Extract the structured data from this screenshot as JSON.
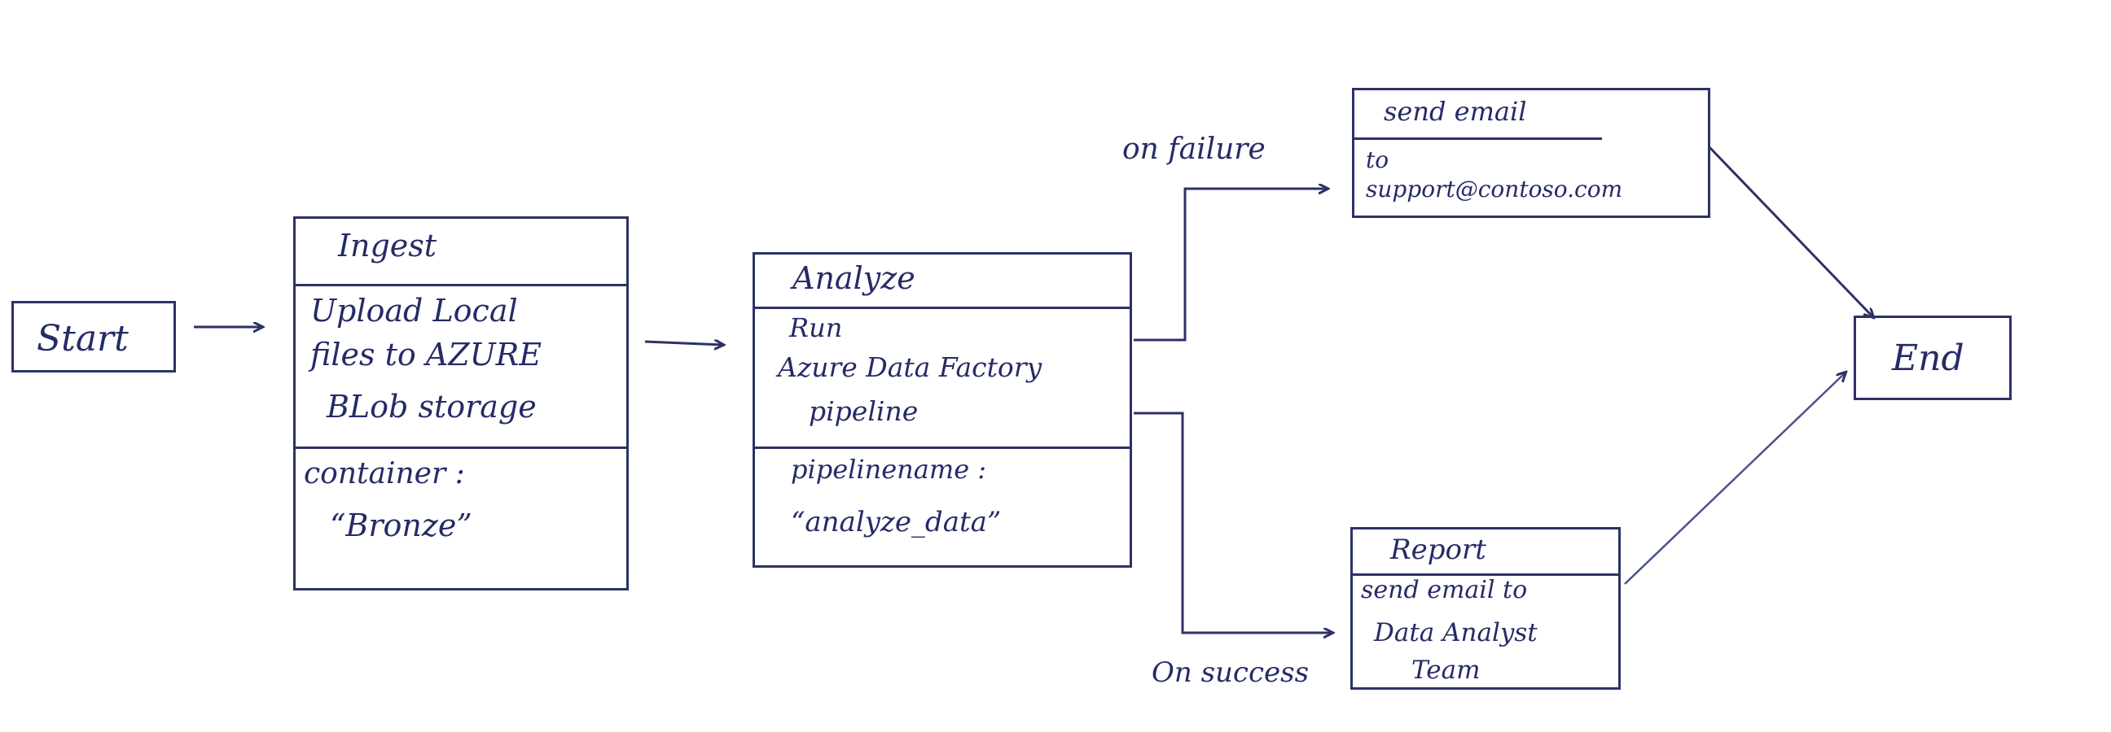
{
  "diagram": {
    "start": {
      "label": "Start"
    },
    "ingest": {
      "title": "Ingest",
      "body": [
        "Upload Local",
        "files to AZURE",
        "BLob storage"
      ],
      "detail": [
        "container :",
        "“Bronze”"
      ]
    },
    "analyze": {
      "title": "Analyze",
      "body": [
        "Run",
        "Azure Data Factory",
        "pipeline"
      ],
      "detail": [
        "pipelinename :",
        "“analyze_data”"
      ]
    },
    "send_email": {
      "title": "send email",
      "body": [
        "to",
        "support@contoso.com"
      ]
    },
    "report": {
      "title": "Report",
      "body": [
        "send email to",
        "Data Analyst",
        "Team"
      ]
    },
    "end": {
      "label": "End"
    },
    "edges": {
      "on_failure": "on failure",
      "on_success": "On success"
    }
  },
  "colors": {
    "ink": "#2c3266",
    "paper": "#ffffff"
  }
}
